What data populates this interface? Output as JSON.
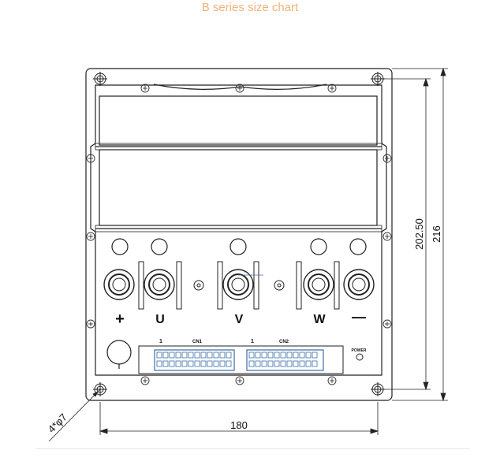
{
  "title": "B series size chart",
  "dimensions": {
    "width": "180",
    "inner_height": "202.50",
    "outer_height": "216",
    "holes": "4*φ7"
  },
  "terminals": {
    "plus": "+",
    "u": "U",
    "v": "V",
    "w": "W",
    "minus": "—"
  },
  "connectors": {
    "cn1": "CN1",
    "cn2": "CN2",
    "pin1_left": "1",
    "pin1_right": "1",
    "power": "POWER"
  }
}
